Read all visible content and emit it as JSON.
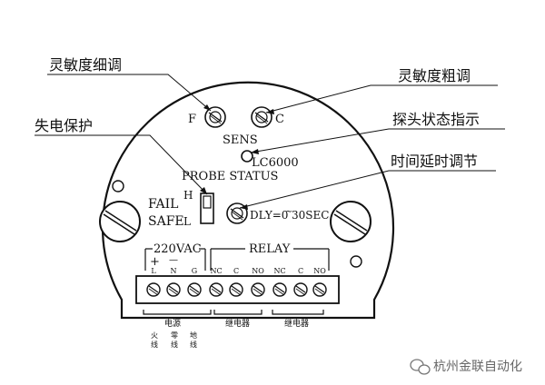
{
  "callouts": {
    "sens_fine": "灵敏度细调",
    "sens_coarse": "灵敏度粗调",
    "power_loss": "失电保护",
    "probe_status": "探头状态指示",
    "delay_adjust": "时间延时调节"
  },
  "panel": {
    "f_label": "F",
    "c_label": "C",
    "sens_label": "SENS",
    "model": "LC6000",
    "probe_status": "PROBE STATUS",
    "fail": "FAIL",
    "safe": "SAFE",
    "h_label": "H",
    "l_label": "L",
    "dly_label": "DLY=0",
    "dly_tilde": "~",
    "dly_range": "30SEC",
    "power_group": "220VAC",
    "relay_group": "RELAY",
    "plus_sign": "+",
    "minus_sign": "—"
  },
  "terminals": [
    "L",
    "N",
    "G",
    "NC",
    "C",
    "NO",
    "NC",
    "C",
    "NO"
  ],
  "bottom_labels": {
    "power": "电源",
    "relay1": "继电器",
    "relay2": "继电器",
    "wire_live": [
      "火",
      "线"
    ],
    "wire_neutral": [
      "零",
      "线"
    ],
    "wire_ground": [
      "地",
      "线"
    ]
  },
  "watermark": {
    "text": "杭州金联自动化"
  }
}
